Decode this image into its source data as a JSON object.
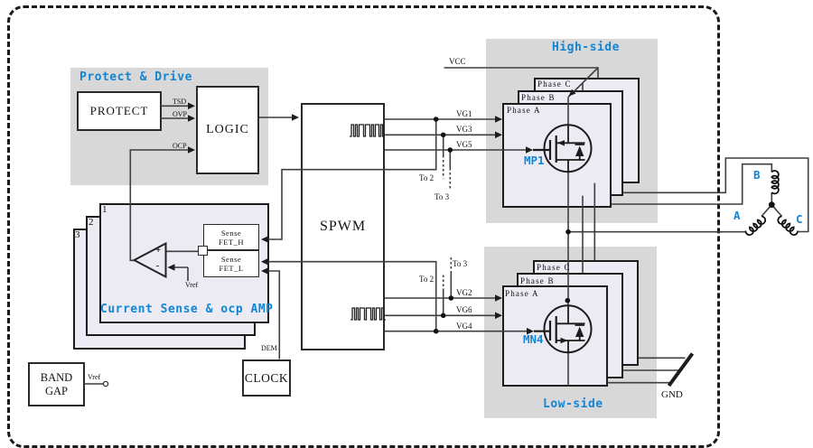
{
  "protect_drive": {
    "title": "Protect & Drive",
    "protect_label": "PROTECT",
    "logic_label": "LOGIC",
    "tsd": "TSD",
    "ovp": "OVP",
    "ocp": "OCP"
  },
  "spwm": {
    "label": "SPWM"
  },
  "clock": {
    "label": "CLOCK",
    "dem": "DEM"
  },
  "bandgap": {
    "line1": "BAND",
    "line2": "GAP",
    "vref_pin": "Vref"
  },
  "current_sense": {
    "title": "Current Sense & ocp AMP",
    "stack": [
      "1",
      "2",
      "3"
    ],
    "fet_h_line1": "Sense",
    "fet_h_line2": "FET_H",
    "fet_l_line1": "Sense",
    "fet_l_line2": "FET_L",
    "amp_plus": "+",
    "amp_minus": "-",
    "vref": "Vref"
  },
  "high_side": {
    "title": "High-side",
    "vcc": "VCC",
    "phases": [
      "Phase A",
      "Phase B",
      "Phase C"
    ],
    "gates": [
      "VG1",
      "VG3",
      "VG5"
    ],
    "fet": "MP1",
    "to2": "To 2",
    "to3": "To 3"
  },
  "low_side": {
    "title": "Low-side",
    "gnd": "GND",
    "phases": [
      "Phase A",
      "Phase B",
      "Phase C"
    ],
    "gates": [
      "VG2",
      "VG6",
      "VG4"
    ],
    "fet": "MN4",
    "to2": "To 2",
    "to3": "To 3"
  },
  "motor": {
    "phase_a": "A",
    "phase_b": "B",
    "phase_c": "C"
  },
  "colors": {
    "accent_blue": "#1285d3",
    "block_gray": "#d8d8d8",
    "box_lavender": "#eceaf3",
    "wire": "#3f3f3f"
  }
}
